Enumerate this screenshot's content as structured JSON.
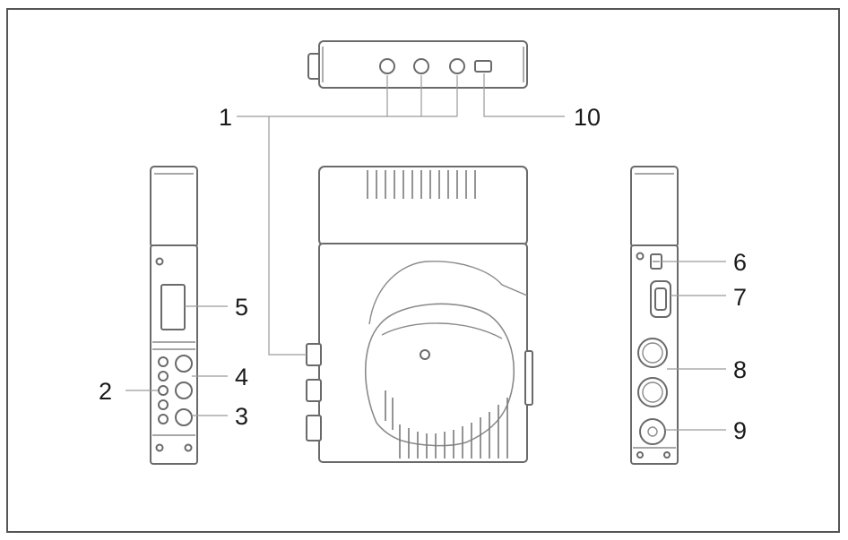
{
  "callouts": {
    "c1": "1",
    "c2": "2",
    "c3": "3",
    "c4": "4",
    "c5": "5",
    "c6": "6",
    "c7": "7",
    "c8": "8",
    "c9": "9",
    "c10": "10"
  },
  "colors": {
    "frame": "#555555",
    "line": "#6a6a6a",
    "text": "#1a1a1a"
  }
}
